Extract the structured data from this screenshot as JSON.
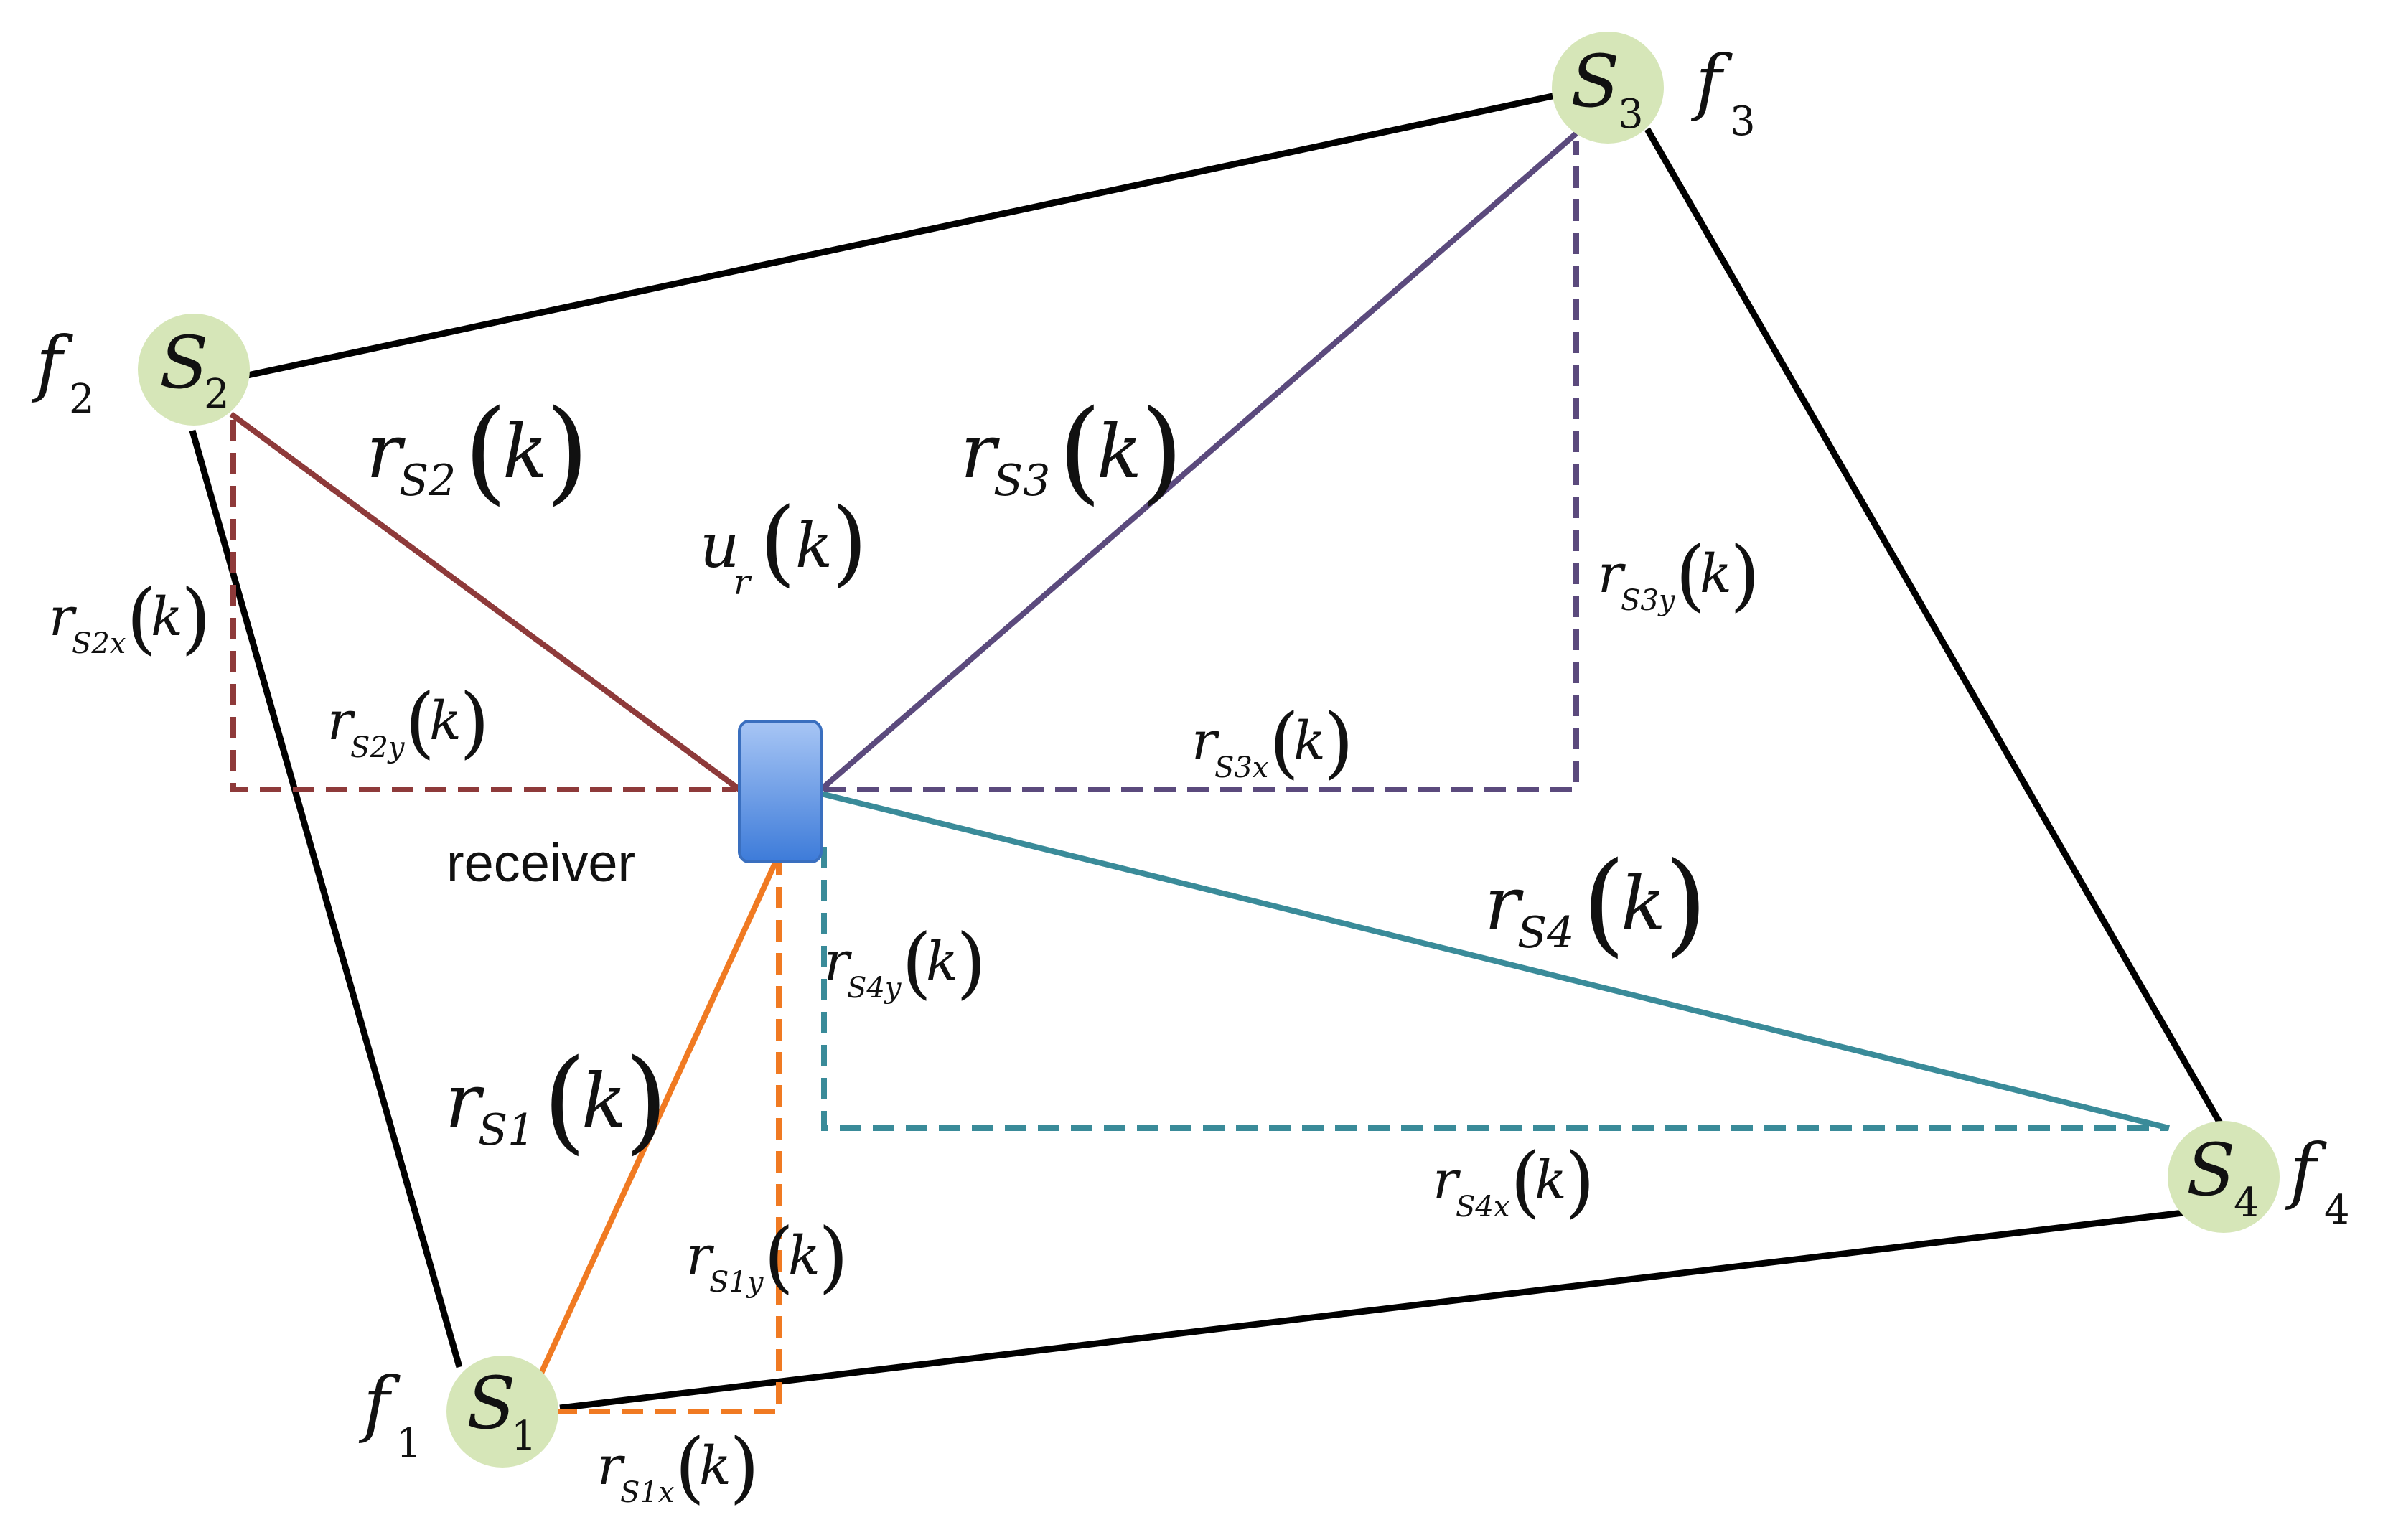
{
  "colors": {
    "frame": "#000000",
    "s1": "#f07a22",
    "s2": "#8e3a3a",
    "s3": "#5b4a7d",
    "s4": "#3a8b99",
    "station_fill": "#d6e6b8",
    "receiver_top": "#a8c6f5",
    "receiver_bottom": "#3d7bd9",
    "receiver_border": "#3a6fbf"
  },
  "stations": [
    {
      "id": "S1",
      "letter": "S",
      "index": "1",
      "freq_letter": "f",
      "freq_index": "1"
    },
    {
      "id": "S2",
      "letter": "S",
      "index": "2",
      "freq_letter": "f",
      "freq_index": "2"
    },
    {
      "id": "S3",
      "letter": "S",
      "index": "3",
      "freq_letter": "f",
      "freq_index": "3"
    },
    {
      "id": "S4",
      "letter": "S",
      "index": "4",
      "freq_letter": "f",
      "freq_index": "4"
    }
  ],
  "receiver": {
    "label": "receiver",
    "velocity": {
      "main": "u",
      "sub": "r",
      "open": "(",
      "arg": "k",
      "close": ")"
    }
  },
  "labels": {
    "r_S1": {
      "main": "r",
      "sub": "S1",
      "open": "(",
      "arg": "k",
      "close": ")"
    },
    "r_S2": {
      "main": "r",
      "sub": "S2",
      "open": "(",
      "arg": "k",
      "close": ")"
    },
    "r_S3": {
      "main": "r",
      "sub": "S3",
      "open": "(",
      "arg": "k",
      "close": ")"
    },
    "r_S4": {
      "main": "r",
      "sub": "S4",
      "open": "(",
      "arg": "k",
      "close": ")"
    },
    "r_S1x": {
      "main": "r",
      "sub": "S1x",
      "open": "(",
      "arg": "k",
      "close": ")"
    },
    "r_S1y": {
      "main": "r",
      "sub": "S1y",
      "open": "(",
      "arg": "k",
      "close": ")"
    },
    "r_S2x": {
      "main": "r",
      "sub": "S2x",
      "open": "(",
      "arg": "k",
      "close": ")"
    },
    "r_S2y": {
      "main": "r",
      "sub": "S2y",
      "open": "(",
      "arg": "k",
      "close": ")"
    },
    "r_S3x": {
      "main": "r",
      "sub": "S3x",
      "open": "(",
      "arg": "k",
      "close": ")"
    },
    "r_S3y": {
      "main": "r",
      "sub": "S3y",
      "open": "(",
      "arg": "k",
      "close": ")"
    },
    "r_S4x": {
      "main": "r",
      "sub": "S4x",
      "open": "(",
      "arg": "k",
      "close": ")"
    },
    "r_S4y": {
      "main": "r",
      "sub": "S4y",
      "open": "(",
      "arg": "k",
      "close": ")"
    }
  }
}
